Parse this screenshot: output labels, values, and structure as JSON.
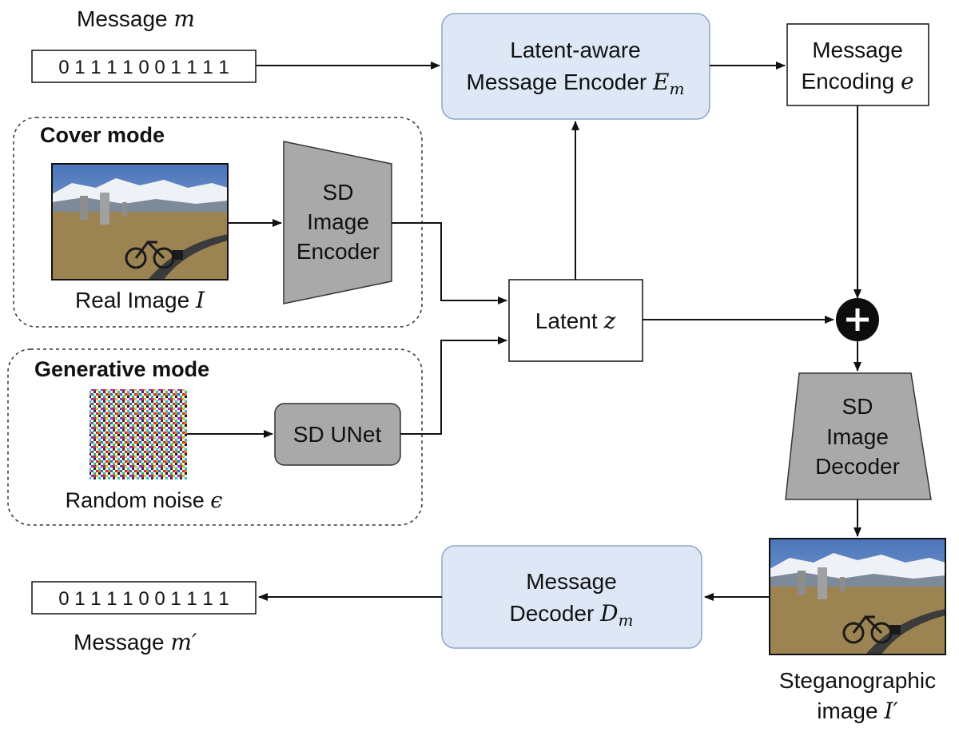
{
  "message_in": {
    "label": "Message",
    "symbol": "m",
    "bits": "0 1 1 1 1 0 0 1 1 1 1"
  },
  "message_out": {
    "label": "Message",
    "symbol": "m′",
    "bits": "0 1 1 1 1 0 0 1 1 1 1"
  },
  "message_encoder": {
    "line1": "Latent-aware",
    "line2": "Message Encoder",
    "symbol": "E",
    "subscript": "m"
  },
  "message_encoding": {
    "line1": "Message",
    "line2": "Encoding",
    "symbol": "e"
  },
  "cover_mode": {
    "title": "Cover mode",
    "image_label": "Real Image",
    "image_symbol": "I"
  },
  "image_encoder": {
    "line1": "SD",
    "line2": "Image",
    "line3": "Encoder"
  },
  "generative_mode": {
    "title": "Generative mode",
    "noise_label": "Random noise",
    "noise_symbol": "ϵ"
  },
  "unet": {
    "label": "SD UNet"
  },
  "latent": {
    "label": "Latent",
    "symbol": "z"
  },
  "image_decoder": {
    "line1": "SD",
    "line2": "Image",
    "line3": "Decoder"
  },
  "stego": {
    "line1": "Steganographic",
    "line2": "image",
    "symbol": "I′"
  },
  "message_decoder": {
    "line1": "Message",
    "line2": "Decoder",
    "symbol": "D",
    "subscript": "m"
  },
  "colors": {
    "blue_box": "#dde7f6",
    "blue_border": "#8fa6c8",
    "gray": "#a9a9a9"
  }
}
